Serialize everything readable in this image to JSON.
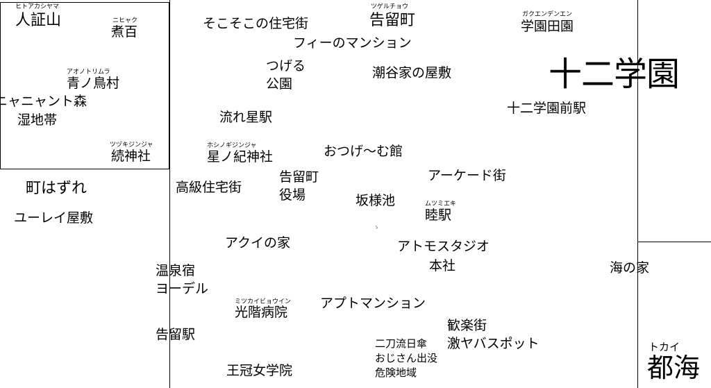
{
  "map": {
    "labels": {
      "hitoakashiyama": "人証山",
      "hitoakashiyama_ruby": "ヒトアカシヤマ",
      "nihyaku": "煮百",
      "nihyaku_ruby": "ニヒャク",
      "aonotorimura": "青ノ鳥村",
      "aonotorimura_ruby": "アオノトリムラ",
      "nyanyanto_mori": "ニャニャント森",
      "shicchitai": "湿地帯",
      "tsuzukijinja": "続神社",
      "tsuzukijinja_ruby": "ツヅキジンジャ",
      "machihazure": "町はずれ",
      "yurei_yashiki": "ユーレイ屋敷",
      "onsenyado": "温泉宿",
      "yoderu": "ヨーデル",
      "tsugeru_eki": "告留駅",
      "sokosoko": "そこそこの住宅街",
      "fee_mansion": "フィーのマンション",
      "tsugeru_koen_1": "つげる",
      "tsugeru_koen_2": "公園",
      "nagareboshi_eki": "流れ星駅",
      "hoshinoki_jinja": "星ノ紀神社",
      "hoshinoki_jinja_ruby": "ホシノギジンジャ",
      "kokyu_jutakugai": "高級住宅街",
      "yakuba_1": "告留町",
      "yakuba_2": "役場",
      "akui_no_ie": "アクイの家",
      "mitsukai_byoin": "光階病院",
      "mitsukai_byoin_ruby": "ミツカイビョウイン",
      "outou_jogakuin": "王冠女学院",
      "tsugeru_cho": "告留町",
      "tsugeru_cho_ruby": "ツゲルチョウ",
      "shiotani_yashiki": "潮谷家の屋敷",
      "otsugemu_kan": "おつげ〜む館",
      "sakasamaike": "坂様池",
      "arcade_gai": "アーケード街",
      "mutsumi_eki": "睦駅",
      "mutsumi_eki_ruby": "ムツミエキ",
      "atmos_1": "アトモスタジオ",
      "atmos_2": "本社",
      "apt_mansion": "アプトマンション",
      "kanraku_1": "歓楽街",
      "kanraku_2": "激ヤバスポット",
      "danger_1": "二刀流日傘",
      "danger_2": "おじさん出没",
      "danger_3": "危険地域",
      "gakuen_denen": "学園田園",
      "gakuen_denen_ruby": "ガクエンデンエン",
      "juni_gakuen": "十二学園",
      "juni_gakuen_mae_eki": "十二学園前駅",
      "umi_no_ie": "海の家",
      "tokai": "都海",
      "tokai_ruby": "トカイ",
      "center_dot": "ゝ"
    }
  }
}
